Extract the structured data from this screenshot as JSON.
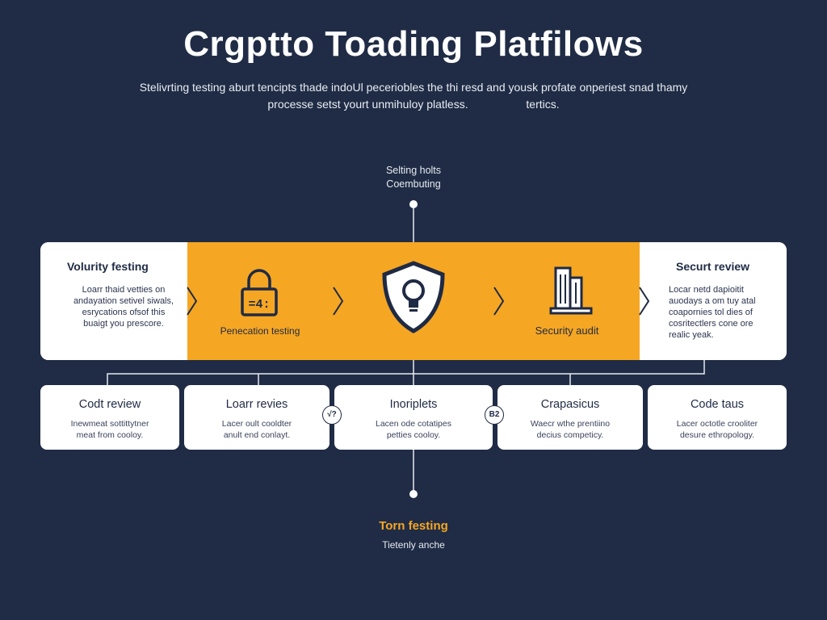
{
  "header": {
    "title": "Crgptto Toading Platfilows",
    "subtitle_line1": "Stelivrting testing aburt tencipts thade indoUl peceriobles the thi resd and yousk profate onperiest snad thamy",
    "subtitle_line2a": "processe setst yourt unmihuloy platless.",
    "subtitle_line2b": "tertics."
  },
  "top_node": {
    "line1": "Selting holts",
    "line2": "Coembuting"
  },
  "strip": {
    "left": {
      "title": "Volurity festing",
      "body": [
        "Loarr thaid vetties on",
        "andayation setivel siwals,",
        "esrycations ofsof this",
        "buaigt you prescore."
      ]
    },
    "mid1": {
      "label": "Penecation testing",
      "icon": "padlock-icon"
    },
    "mid2": {
      "icon": "shield-lightbulb-icon"
    },
    "mid3": {
      "label": "Security audit",
      "icon": "building-icon"
    },
    "right": {
      "title": "Securt review",
      "body": [
        "Locar netd dapioitit",
        "auodays a om tuy atal",
        "coapornies tol dies of",
        "cosritectlers cone ore",
        "realic yeak."
      ]
    }
  },
  "cards": [
    {
      "title": "Codt review",
      "body1": "Inewmeat sottittytner",
      "body2": "meat from cooloy."
    },
    {
      "title": "Loarr revies",
      "body1": "Lacer oult cooldter",
      "body2": "anult end conlayt."
    },
    {
      "title": "Inoriplets",
      "body1": "Lacen ode cotatipes",
      "body2": "petties cooloy."
    },
    {
      "title": "Crapasicus",
      "body1": "Waecr wthe prentiino",
      "body2": "decius competicy."
    },
    {
      "title": "Code taus",
      "body1": "Lacer octotle crooliter",
      "body2": "desure ethropology."
    }
  ],
  "badges": {
    "left": "√?",
    "right": "B2"
  },
  "bottom_node": {
    "title": "Torn festing",
    "sub": "Tietenly anche"
  },
  "colors": {
    "background": "#202c45",
    "accent": "#f5a623",
    "card": "#ffffff",
    "ink": "#1f2a44"
  }
}
